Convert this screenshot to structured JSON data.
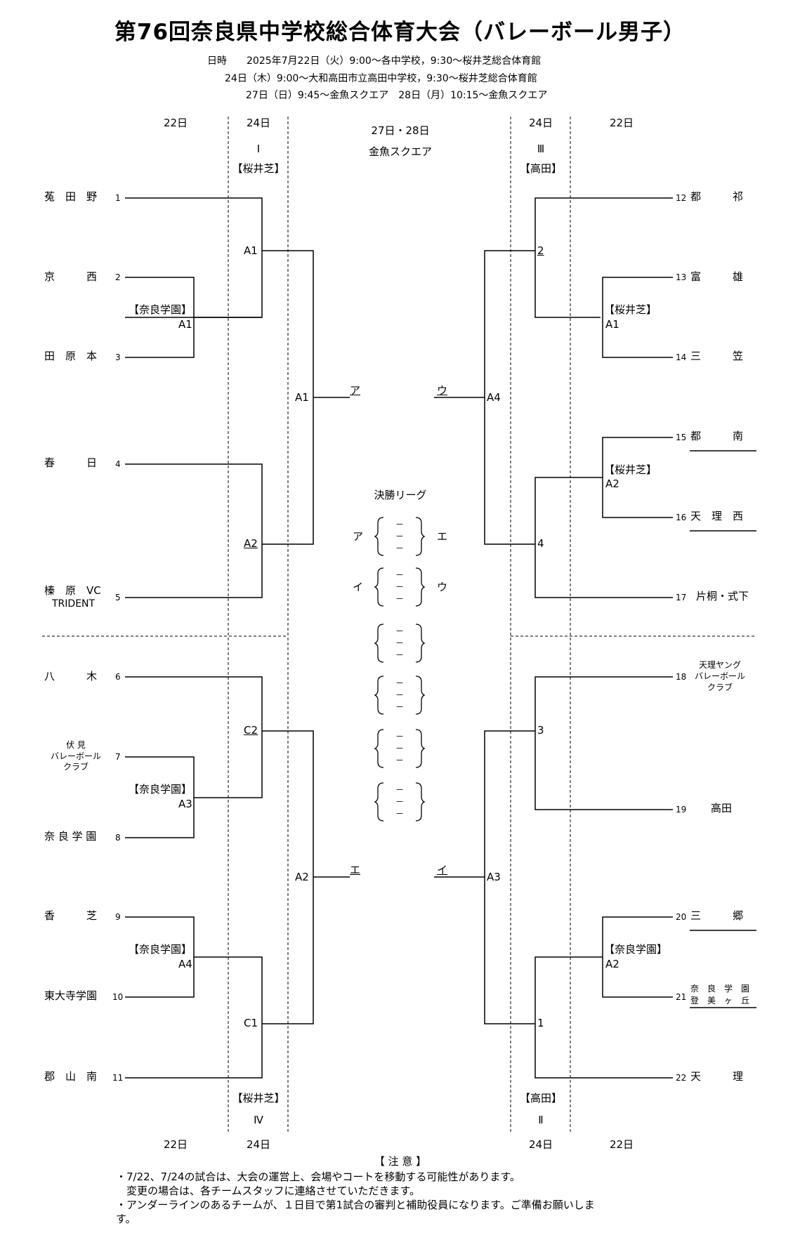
{
  "title": "第76回奈良県中学校総合体育大会（バレーボール男子）",
  "schedule": [
    "日時　　2025年7月22日（火）9:00～各中学校，9:30～桜井芝総合体育館",
    "24日（木）9:00～大和高田市立高田中学校，9:30～桜井芝総合体育館",
    "27日（日）9:45～金魚スクエア　28日（月）10:15～金魚スクエア"
  ],
  "headers": {
    "left_22": "22日",
    "left_24": "24日",
    "center_days": "27日・28日",
    "center_venue": "金魚スクエア",
    "right_24": "24日",
    "right_22": "22日",
    "block_I": "Ⅰ",
    "block_I_venue": "【桜井芝】",
    "block_III": "Ⅲ",
    "block_III_venue": "【高田】",
    "block_IV": "Ⅳ",
    "block_IV_venue": "【桜井芝】",
    "block_II": "Ⅱ",
    "block_II_venue": "【高田】"
  },
  "left_teams": [
    {
      "name": "菟　田　野",
      "num": "1"
    },
    {
      "name": "京　　　西",
      "num": "2"
    },
    {
      "name": "田　原　本",
      "num": "3"
    },
    {
      "name": "春　　　日",
      "num": "4"
    },
    {
      "name": "榛　原　VC",
      "name2": "TRIDENT",
      "num": "5"
    },
    {
      "name": "八　　　木",
      "num": "6"
    },
    {
      "name": "伏 見",
      "name2": "バレーボール",
      "name3": "クラブ",
      "num": "7"
    },
    {
      "name": "奈 良 学 園",
      "num": "8"
    },
    {
      "name": "香　　　芝",
      "num": "9"
    },
    {
      "name": "東大寺学園",
      "num": "10"
    },
    {
      "name": "郡　山　南",
      "num": "11"
    }
  ],
  "right_teams": [
    {
      "num": "12",
      "name": "都　　　祁"
    },
    {
      "num": "13",
      "name": "富　　　雄"
    },
    {
      "num": "14",
      "name": "三　　　笠"
    },
    {
      "num": "15",
      "name": "都　　　南"
    },
    {
      "num": "16",
      "name": "天　理　西"
    },
    {
      "num": "17",
      "name": "片桐・式下"
    },
    {
      "num": "18",
      "name": "天理ヤング",
      "name2": "バレーボール",
      "name3": "クラブ"
    },
    {
      "num": "19",
      "name": "高田"
    },
    {
      "num": "20",
      "name": "三　　　郷"
    },
    {
      "num": "21",
      "name": "奈　良　学　園",
      "name2": "登　美　ヶ　丘"
    },
    {
      "num": "22",
      "name": "天　　　理"
    }
  ],
  "match_labels": {
    "l_2_3_venue": "【奈良学園】",
    "l_2_3_code": "A1",
    "l_7_8_venue": "【奈良学園】",
    "l_7_8_code": "A3",
    "l_9_10_venue": "【奈良学園】",
    "l_9_10_code": "A4",
    "l_A1_upper": "A1",
    "l_A2_upper": "A2",
    "l_C2": "C2",
    "l_C1": "C1",
    "l_A1_semi": "A1",
    "l_A2_semi": "A2",
    "r_13_14_venue": "【桜井芝】",
    "r_13_14_code": "A1",
    "r_15_16_venue": "【桜井芝】",
    "r_15_16_code": "A2",
    "r_20_21_venue": "【奈良学園】",
    "r_20_21_code": "A2",
    "r_2": "2",
    "r_4": "4",
    "r_3": "3",
    "r_1": "1",
    "r_A4": "A4",
    "r_A3": "A3"
  },
  "finals": {
    "a": "ア",
    "u": "ウ",
    "e": "エ",
    "i": "イ",
    "league_title": "決勝リーグ",
    "row1_left": "ア",
    "row1_right": "エ",
    "row2_left": "イ",
    "row2_right": "ウ",
    "dash": "－"
  },
  "bottom_headers": {
    "left_22": "22日",
    "left_24": "24日",
    "right_24": "24日",
    "right_22": "22日"
  },
  "notes_title": "【 注 意 】",
  "notes": [
    "・7/22、7/24の試合は、大会の運営上、会場やコートを移動する可能性があります。",
    "　変更の場合は、各チームスタッフに連絡させていただきます。",
    "・アンダーラインのあるチームが、１日目で第1試合の審判と補助役員になります。ご準備お願いしま",
    "す。"
  ]
}
